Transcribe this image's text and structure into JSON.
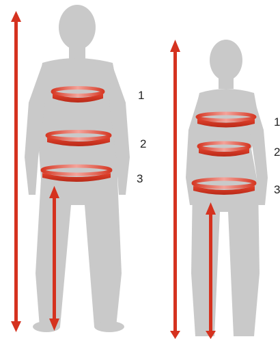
{
  "colors": {
    "silhouette": "#c9c9c9",
    "band_dark": "#d63a26",
    "band_light": "#f4a39a",
    "arrow": "#d5321f"
  },
  "figures": {
    "male": {
      "labels": [
        "1",
        "2",
        "3"
      ]
    },
    "female": {
      "labels": [
        "1",
        "2",
        "3"
      ]
    }
  }
}
